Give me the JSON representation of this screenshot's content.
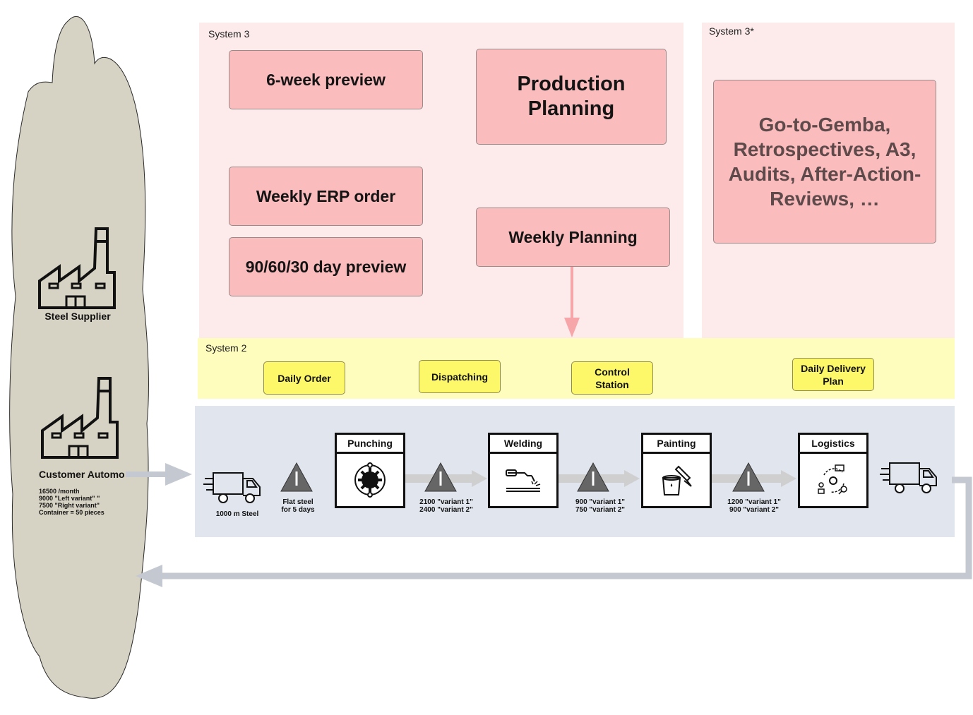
{
  "system3": {
    "label": "System 3",
    "boxes": {
      "six_week_preview": "6-week preview",
      "production_planning": "Production Planning",
      "weekly_erp_order": "Weekly ERP order",
      "day_preview": "90/60/30 day preview",
      "weekly_planning": "Weekly Planning"
    }
  },
  "system3_star": {
    "label": "System 3*",
    "box": "Go-to-Gemba, Retrospectives, A3, Audits, After-Action-Reviews, …"
  },
  "system2": {
    "label": "System 2",
    "boxes": {
      "daily_order": "Daily Order",
      "dispatching": "Dispatching",
      "control_station": "Control Station",
      "daily_delivery_plan": "Daily Delivery Plan"
    }
  },
  "environment": {
    "steel_supplier": "Steel Supplier",
    "customer": "Customer Automo",
    "customer_details": "16500 /month\n9000 \"Left variant\" \"\n7500 \"Right variant\"\nContainer = 50 pieces"
  },
  "value_stream": {
    "inbound_truck_label": "1000 m Steel",
    "inventories": [
      {
        "label": "Flat steel\nfor 5 days"
      },
      {
        "label": "2100 \"variant 1\"\n2400 \"variant 2\""
      },
      {
        "label": "900 \"variant 1\"\n750 \"variant 2\""
      },
      {
        "label": "1200 \"variant 1\"\n900 \"variant 2\""
      }
    ],
    "processes": [
      {
        "name": "Punching",
        "icon": "punching-gear-icon"
      },
      {
        "name": "Welding",
        "icon": "welding-torch-icon"
      },
      {
        "name": "Painting",
        "icon": "paint-bucket-brush-icon"
      },
      {
        "name": "Logistics",
        "icon": "logistics-cycle-icon"
      }
    ]
  },
  "colors": {
    "system3_bg": "#fdeaea",
    "pink_box": "#fbbcbd",
    "system2_bg": "#fefdbe",
    "yellow_box": "#fdf76a",
    "system1_bg": "#e1e5ed",
    "cloud": "#d7d3c4",
    "pink_arrow": "#f6a5a8",
    "grey_arrow": "#c4c9d1"
  }
}
